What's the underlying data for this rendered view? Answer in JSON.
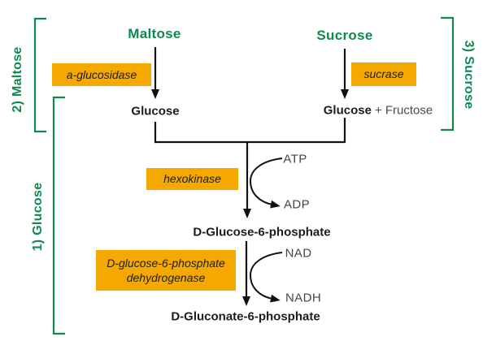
{
  "colors": {
    "green": "#0E8A4F",
    "orange": "#F5A800",
    "black": "#1c1c1c",
    "gray": "#4a4a4a"
  },
  "section_labels": {
    "maltose": "2) Maltose",
    "sucrose": "3) Sucrose",
    "glucose": "1) Glucose"
  },
  "nodes": {
    "maltose": "Maltose",
    "sucrose": "Sucrose",
    "glucose_left": "Glucose",
    "glucose_right": "Glucose",
    "fructose_suffix": "+ Fructose",
    "g6p": "D-Glucose-6-phosphate",
    "gluconate6p": "D-Gluconate-6-phosphate"
  },
  "enzymes": {
    "a_glucosidase": "a-glucosidase",
    "sucrase": "sucrase",
    "hexokinase": "hexokinase",
    "g6pd_line1": "D-glucose-6-phosphate",
    "g6pd_line2": "dehydrogenase"
  },
  "cofactors": {
    "atp": "ATP",
    "adp": "ADP",
    "nad": "NAD",
    "nadh": "NADH"
  }
}
